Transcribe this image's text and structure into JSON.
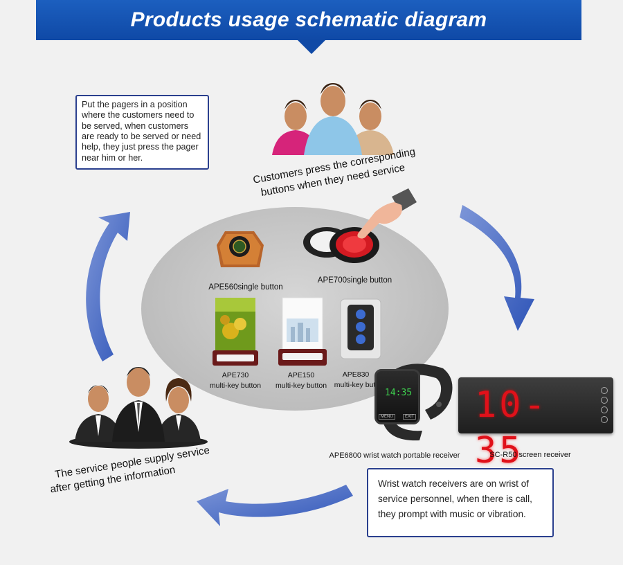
{
  "title": "Products usage schematic diagram",
  "box_top_text": "Put the pagers in a position where the customers need to be served, when customers are ready to be served or need help, they just press the pager near him or her.",
  "customers_caption_line1": "Customers press the corresponding",
  "customers_caption_line2": "buttons when they need service",
  "products": {
    "ape560": "APE560single button",
    "ape700": "APE700single button",
    "ape730_name": "APE730",
    "ape730_type": "multi-key button",
    "ape150_name": "APE150",
    "ape150_type": "multi-key button",
    "ape830_name": "APE830",
    "ape830_type": "multi-key butt"
  },
  "receivers": {
    "watch_label": "APE6800 wrist watch portable receiver",
    "screen_label": "SC-R50 screen receiver",
    "screen_display": "10-35",
    "watch_display": "14:35",
    "watch_btn_left": "MENU",
    "watch_btn_right": "EXIT"
  },
  "box_bottom_text": "Wrist watch receivers are on wrist of service personnel, when there is call, they prompt with music or vibration.",
  "service_caption_line1": "The service people supply service",
  "service_caption_line2": "after getting the information",
  "colors": {
    "banner": "#0f49a6",
    "arrow": "#2f55b8",
    "box_border": "#2a3f8e",
    "led_red": "#e0111a"
  }
}
